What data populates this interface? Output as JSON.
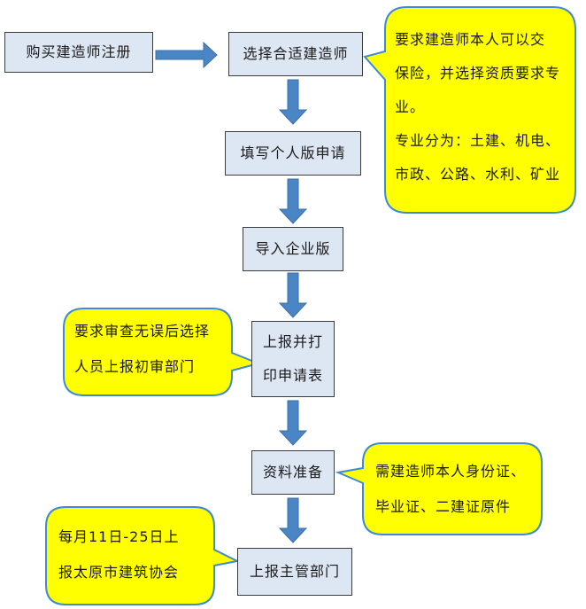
{
  "colors": {
    "box_fill": "#dde6f3",
    "callout_fill": "#ffff00",
    "callout_stroke": "#3f8ad6",
    "arrow": "#4a86c5"
  },
  "steps": [
    {
      "label": "购买建造师注册"
    },
    {
      "label": "选择合适建造师"
    },
    {
      "label": "填写个人版申请"
    },
    {
      "label": "导入企业版"
    },
    {
      "line1": "上报并打",
      "line2": "印申请表"
    },
    {
      "label": "资料准备"
    },
    {
      "label": "上报主管部门"
    }
  ],
  "callouts": [
    {
      "lines": [
        "要求建造师本人可以交",
        "保险，并选择资质要求专",
        "业。",
        "专业分为：土建、机电、",
        "市政、公路、水利、矿业"
      ]
    },
    {
      "lines": [
        "要求审查无误后选择",
        "人员上报初审部门"
      ]
    },
    {
      "lines": [
        "需建造师本人身份证、",
        "毕业证、二建证原件"
      ]
    },
    {
      "lines": [
        "每月11日-25日上",
        "报太原市建筑协会"
      ]
    }
  ]
}
